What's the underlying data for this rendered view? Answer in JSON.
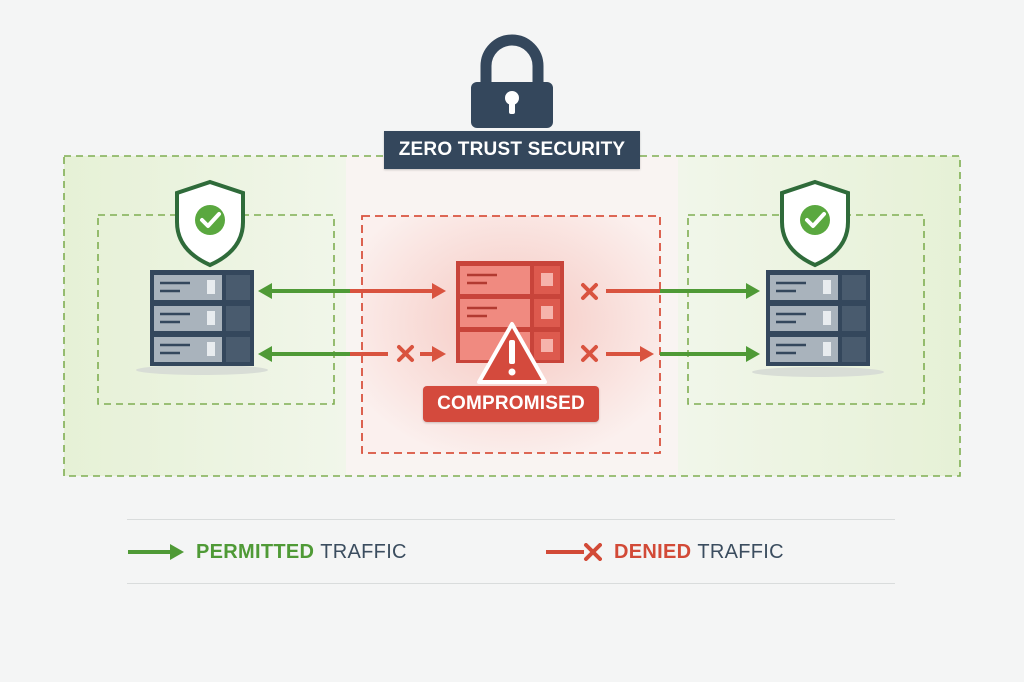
{
  "diagram": {
    "title": "ZERO TRUST SECURITY",
    "compromised_label": "COMPROMISED"
  },
  "legend": {
    "permitted_strong": "PERMITTED",
    "permitted_rest": "TRAFFIC",
    "denied_strong": "DENIED",
    "denied_rest": "TRAFFIC"
  },
  "colors": {
    "permitted": "#4f9a36",
    "denied": "#d24a37",
    "navy": "#34475c",
    "safe_zone_fill": "#eef5e3",
    "compromised_zone_fill": "#fbe9e7"
  },
  "icons": {
    "lock": "lock-icon",
    "shield": "shield-check-icon",
    "server": "server-rack-icon",
    "warning": "warning-triangle-icon",
    "deny": "x-mark-icon",
    "arrow": "arrow-icon"
  }
}
